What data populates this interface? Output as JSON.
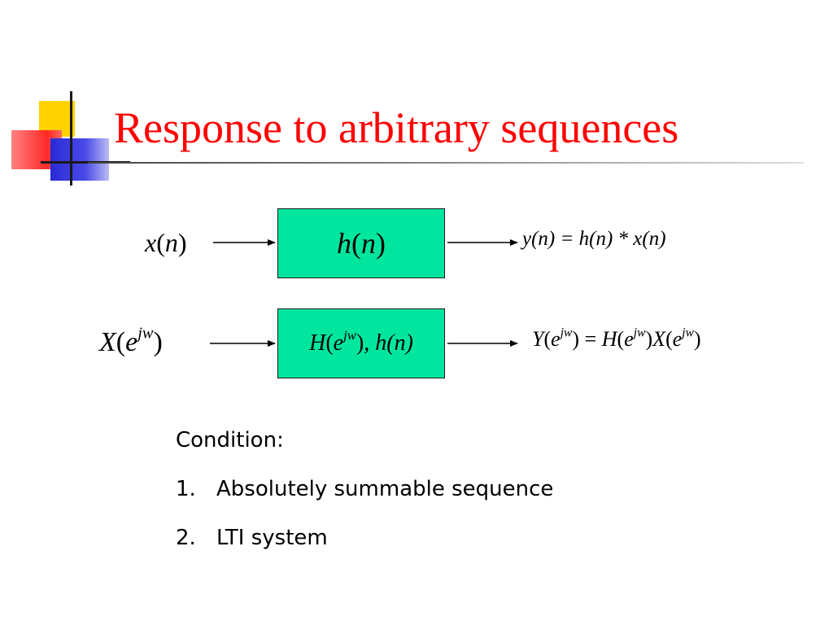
{
  "slide": {
    "title": "Response to arbitrary sequences",
    "colors": {
      "title": "#ff0000",
      "block_fill": "#00e69e"
    }
  },
  "diagram": {
    "row1": {
      "input": {
        "fn": "x",
        "arg": "n"
      },
      "block": {
        "fn": "h",
        "arg": "n"
      },
      "output": "y(n) = h(n) * x(n)"
    },
    "row2": {
      "input": {
        "fn": "X",
        "base": "e",
        "exp": "jw"
      },
      "block": {
        "fn": "H",
        "base": "e",
        "exp": "jw",
        "rest": ", h(n)"
      },
      "output": {
        "lhs": "Y",
        "eq": " = ",
        "f1": "H",
        "f2": "X",
        "base": "e",
        "exp": "jw"
      }
    }
  },
  "conditions": {
    "heading": "Condition:",
    "items": [
      {
        "num": "1.",
        "text": "Absolutely summable sequence"
      },
      {
        "num": "2.",
        "text": "LTI system"
      }
    ]
  }
}
